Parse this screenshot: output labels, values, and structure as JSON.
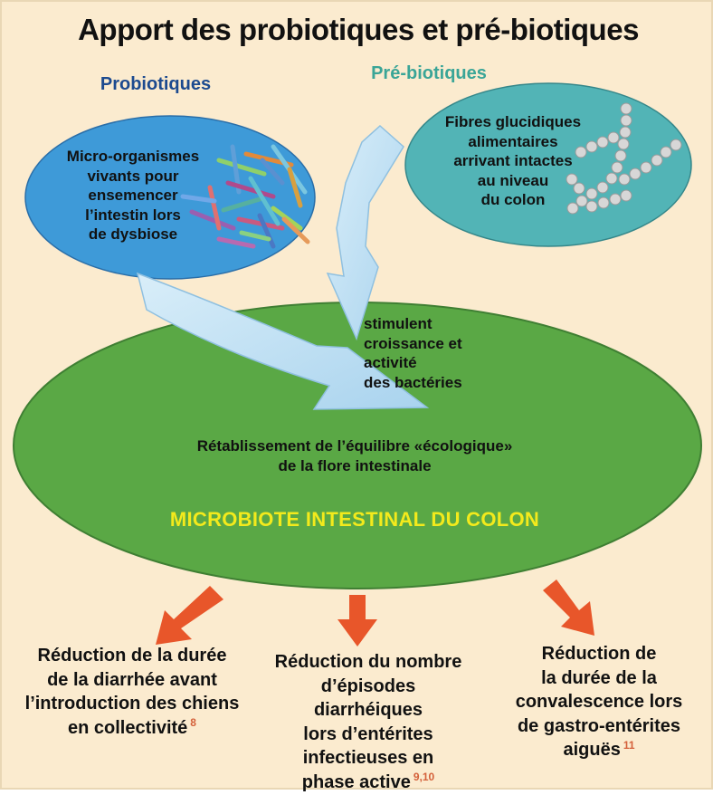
{
  "title": "Apport des probiotiques et pré-biotiques",
  "probiotiques": {
    "heading": "Probiotiques",
    "text": "Micro-organismes\nvivants pour\nensemencer\nl’intestin lors\nde dysbiose"
  },
  "prebiotiques": {
    "heading": "Pré-biotiques",
    "text": "Fibres glucidiques\nalimentaires\narrivant intactes\nau niveau\ndu colon"
  },
  "stimulent": "stimulent\ncroissance et activité\ndes bactéries",
  "retablissement": "Rétablissement de l’équilibre «écologique»\nde la flore intestinale",
  "microbiote": "MICROBIOTE INTESTINAL DU COLON",
  "outcomes": [
    {
      "text": "Réduction de la durée\nde la diarrhée avant\nl’introduction des chiens\nen collectivité",
      "ref": "8"
    },
    {
      "text": "Réduction du nombre\nd’épisodes diarrhéiques\nlors d’entérites\ninfectieuses en\nphase active",
      "ref": "9,10"
    },
    {
      "text": "Réduction de\nla durée de la\nconvalescence lors\nde gastro-entérites\naiguës",
      "ref": "11"
    }
  ],
  "colors": {
    "background": "#fbebcf",
    "probiotic_ellipse": "#3e9ad8",
    "prebiotic_ellipse": "#52b4b6",
    "colon_ellipse": "#5aa845",
    "arrow_light": "#bfe0f2",
    "arrow_red": "#e8562a",
    "microbiote_text": "#f3ea1c",
    "reference_text": "#d4603a"
  }
}
